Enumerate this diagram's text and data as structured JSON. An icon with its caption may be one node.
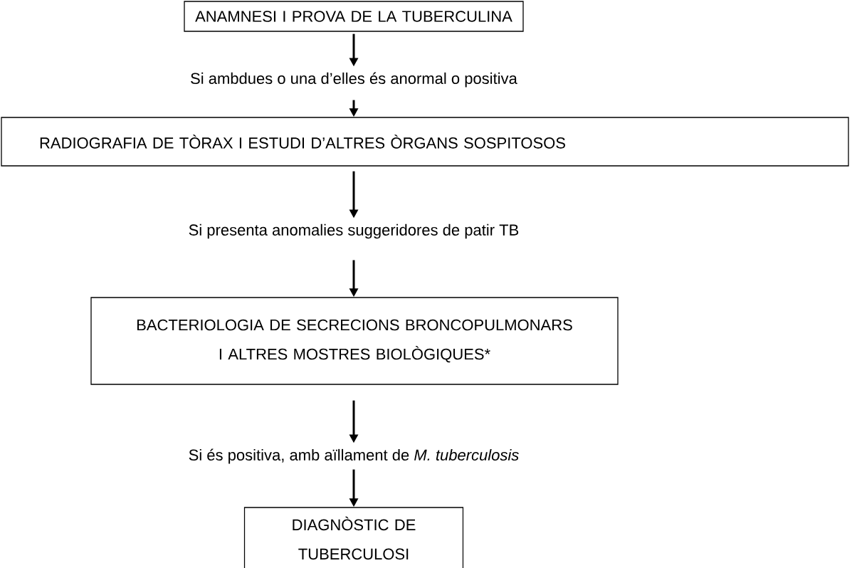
{
  "diagram": {
    "nodes": [
      {
        "text": [
          "ANAMNESI I PROVA DE LA TUBERCULINA"
        ]
      },
      {
        "text": [
          "Si ambdues o una d’elles és anormal o positiva"
        ]
      },
      {
        "text": [
          "RADIOGRAFIA DE TÒRAX I ESTUDI D’ALTRES ÒRGANS SOSPITOSOS"
        ]
      },
      {
        "text": [
          "Si presenta anomalies suggeridores de patir TB"
        ]
      },
      {
        "text": [
          "BACTERIOLOGIA DE SECRECIONS BRONCOPULMONARS I ALTRES MOSTRES BIOLÒGIQUES*"
        ]
      },
      {
        "text": [
          "Si és positiva, amb aïllament de *M. tuberculosis*"
        ]
      },
      {
        "text": [
          "DIAGNÒSTIC DE TUBERCULOSI"
        ]
      }
    ],
    "edges": [
      {
        "from": 0,
        "to": 1,
        "arrow": "to"
      },
      {
        "from": 1,
        "to": 2,
        "arrow": "to"
      },
      {
        "from": 2,
        "to": 3,
        "arrow": "to"
      },
      {
        "from": 3,
        "to": 4,
        "arrow": "to"
      },
      {
        "from": 4,
        "to": 5,
        "arrow": "to"
      },
      {
        "from": 5,
        "to": 6,
        "arrow": "to"
      }
    ]
  }
}
